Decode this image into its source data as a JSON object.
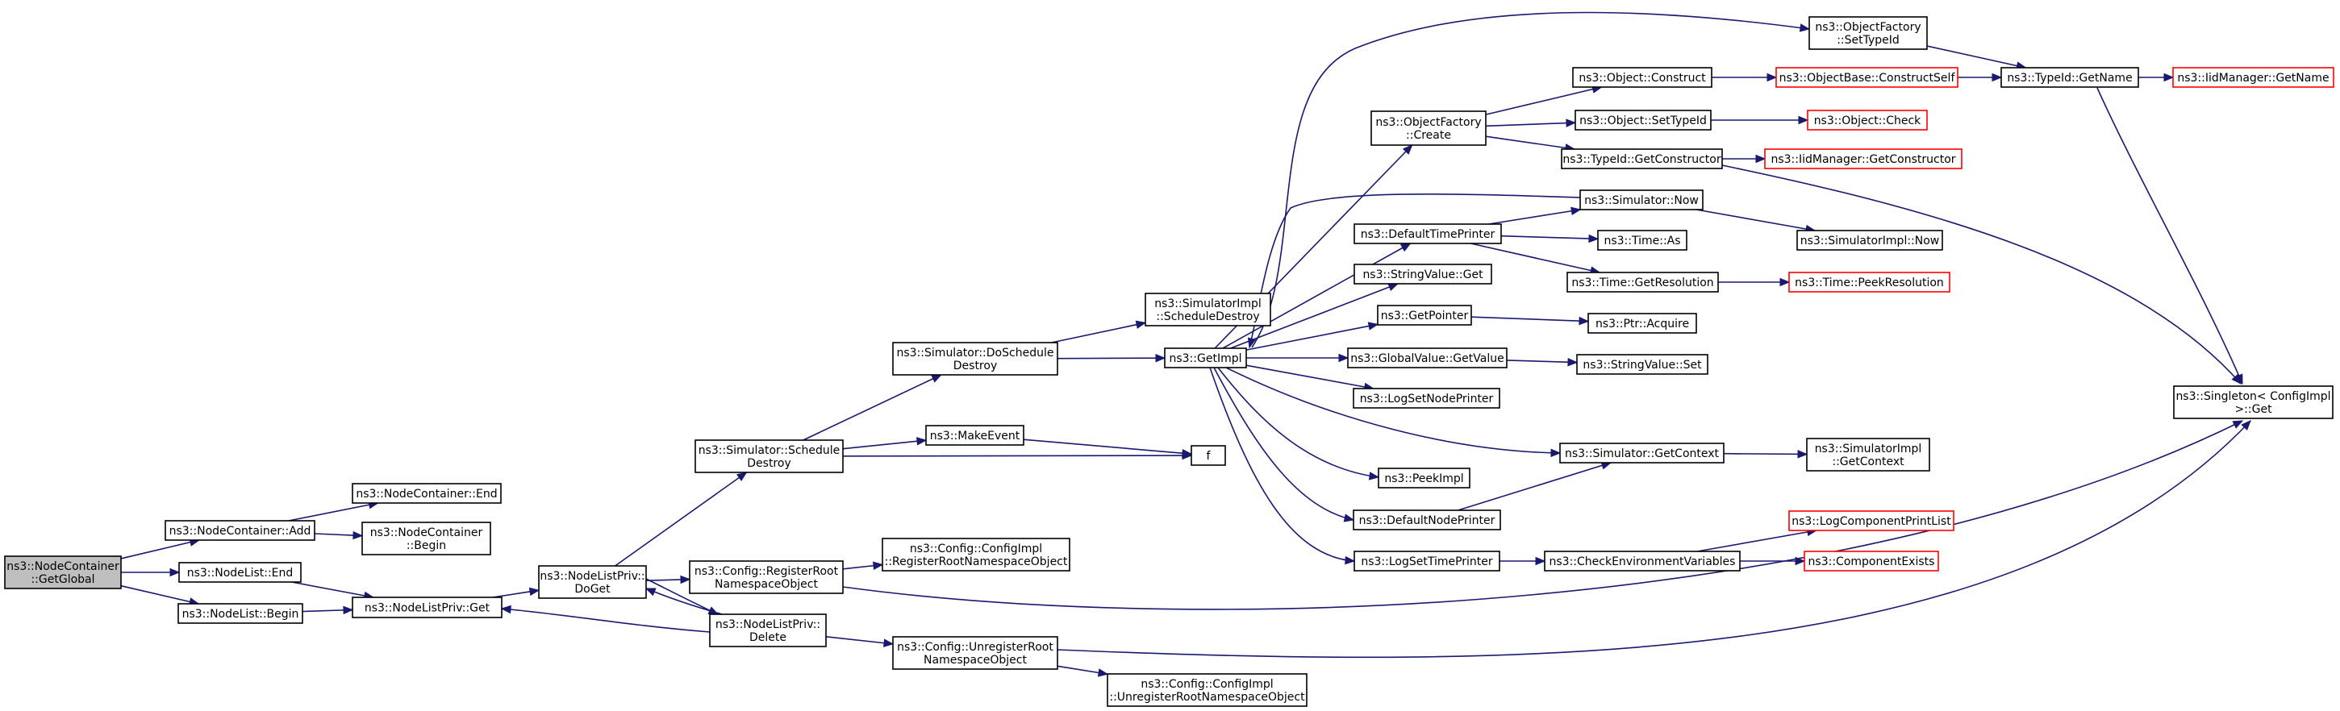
{
  "colors": {
    "edge": "#191970",
    "node_border": "#000000",
    "node_border_external": "#ff0000",
    "root_fill": "#bfbfbf"
  },
  "nodes": [
    {
      "id": "n_getglobal",
      "lines": [
        "ns3::NodeContainer",
        "::GetGlobal"
      ],
      "style": "root"
    },
    {
      "id": "n_nc_add",
      "lines": [
        "ns3::NodeContainer::Add"
      ],
      "style": "normal"
    },
    {
      "id": "n_nl_end",
      "lines": [
        "ns3::NodeList::End"
      ],
      "style": "normal"
    },
    {
      "id": "n_nl_begin",
      "lines": [
        "ns3::NodeList::Begin"
      ],
      "style": "normal"
    },
    {
      "id": "n_nc_end",
      "lines": [
        "ns3::NodeContainer::End"
      ],
      "style": "normal"
    },
    {
      "id": "n_nc_begin",
      "lines": [
        "ns3::NodeContainer",
        "::Begin"
      ],
      "style": "normal"
    },
    {
      "id": "n_nlp_get",
      "lines": [
        "ns3::NodeListPriv::Get"
      ],
      "style": "normal"
    },
    {
      "id": "n_nlp_doget",
      "lines": [
        "ns3::NodeListPriv::",
        "DoGet"
      ],
      "style": "normal"
    },
    {
      "id": "n_sim_sched_destroy",
      "lines": [
        "ns3::Simulator::Schedule",
        "Destroy"
      ],
      "style": "normal"
    },
    {
      "id": "n_cfg_register",
      "lines": [
        "ns3::Config::RegisterRoot",
        "NamespaceObject"
      ],
      "style": "normal"
    },
    {
      "id": "n_nlp_delete",
      "lines": [
        "ns3::NodeListPriv::",
        "Delete"
      ],
      "style": "normal"
    },
    {
      "id": "n_sim_doschedule",
      "lines": [
        "ns3::Simulator::DoSchedule",
        "Destroy"
      ],
      "style": "normal"
    },
    {
      "id": "n_makeevent",
      "lines": [
        "ns3::MakeEvent"
      ],
      "style": "normal"
    },
    {
      "id": "n_f",
      "lines": [
        "f"
      ],
      "style": "normal"
    },
    {
      "id": "n_cfgimpl_register",
      "lines": [
        "ns3::Config::ConfigImpl",
        "::RegisterRootNamespaceObject"
      ],
      "style": "normal"
    },
    {
      "id": "n_cfg_unregister",
      "lines": [
        "ns3::Config::UnregisterRoot",
        "NamespaceObject"
      ],
      "style": "normal"
    },
    {
      "id": "n_cfgimpl_unregister",
      "lines": [
        "ns3::Config::ConfigImpl",
        "::UnregisterRootNamespaceObject"
      ],
      "style": "normal"
    },
    {
      "id": "n_simimpl_scheddestroy",
      "lines": [
        "ns3::SimulatorImpl",
        "::ScheduleDestroy"
      ],
      "style": "normal"
    },
    {
      "id": "n_getimpl",
      "lines": [
        "ns3::GetImpl"
      ],
      "style": "normal"
    },
    {
      "id": "n_objfactory_create",
      "lines": [
        "ns3::ObjectFactory",
        "::Create"
      ],
      "style": "normal"
    },
    {
      "id": "n_defaulttimeprinter",
      "lines": [
        "ns3::DefaultTimePrinter"
      ],
      "style": "normal"
    },
    {
      "id": "n_stringvalue_get",
      "lines": [
        "ns3::StringValue::Get"
      ],
      "style": "normal"
    },
    {
      "id": "n_getpointer",
      "lines": [
        "ns3::GetPointer"
      ],
      "style": "normal"
    },
    {
      "id": "n_globalvalue_getvalue",
      "lines": [
        "ns3::GlobalValue::GetValue"
      ],
      "style": "normal"
    },
    {
      "id": "n_logsetnodeprinter",
      "lines": [
        "ns3::LogSetNodePrinter"
      ],
      "style": "normal"
    },
    {
      "id": "n_peekimpl",
      "lines": [
        "ns3::PeekImpl"
      ],
      "style": "normal"
    },
    {
      "id": "n_defaultnodeprinter",
      "lines": [
        "ns3::DefaultNodePrinter"
      ],
      "style": "normal"
    },
    {
      "id": "n_logsettimeprinter",
      "lines": [
        "ns3::LogSetTimePrinter"
      ],
      "style": "normal"
    },
    {
      "id": "n_objfactory_settypeid",
      "lines": [
        "ns3::ObjectFactory",
        "::SetTypeId"
      ],
      "style": "normal"
    },
    {
      "id": "n_object_construct",
      "lines": [
        "ns3::Object::Construct"
      ],
      "style": "normal"
    },
    {
      "id": "n_object_settypeid",
      "lines": [
        "ns3::Object::SetTypeId"
      ],
      "style": "normal"
    },
    {
      "id": "n_typeid_getconstructor",
      "lines": [
        "ns3::TypeId::GetConstructor"
      ],
      "style": "normal"
    },
    {
      "id": "n_sim_now",
      "lines": [
        "ns3::Simulator::Now"
      ],
      "style": "normal"
    },
    {
      "id": "n_time_as",
      "lines": [
        "ns3::Time::As"
      ],
      "style": "normal"
    },
    {
      "id": "n_time_getresolution",
      "lines": [
        "ns3::Time::GetResolution"
      ],
      "style": "normal"
    },
    {
      "id": "n_ptr_acquire",
      "lines": [
        "ns3::Ptr::Acquire"
      ],
      "style": "normal"
    },
    {
      "id": "n_stringvalue_set",
      "lines": [
        "ns3::StringValue::Set"
      ],
      "style": "normal"
    },
    {
      "id": "n_sim_getcontext",
      "lines": [
        "ns3::Simulator::GetContext"
      ],
      "style": "normal"
    },
    {
      "id": "n_checkenv",
      "lines": [
        "ns3::CheckEnvironmentVariables"
      ],
      "style": "normal"
    },
    {
      "id": "n_objectbase_constructself",
      "lines": [
        "ns3::ObjectBase::ConstructSelf"
      ],
      "style": "red"
    },
    {
      "id": "n_object_check",
      "lines": [
        "ns3::Object::Check"
      ],
      "style": "red"
    },
    {
      "id": "n_iidmanager_getconstructor",
      "lines": [
        "ns3::IidManager::GetConstructor"
      ],
      "style": "red"
    },
    {
      "id": "n_simimpl_now",
      "lines": [
        "ns3::SimulatorImpl::Now"
      ],
      "style": "normal"
    },
    {
      "id": "n_time_peekresolution",
      "lines": [
        "ns3::Time::PeekResolution"
      ],
      "style": "red"
    },
    {
      "id": "n_simimpl_getcontext",
      "lines": [
        "ns3::SimulatorImpl",
        "::GetContext"
      ],
      "style": "normal"
    },
    {
      "id": "n_logcomponentprintlist",
      "lines": [
        "ns3::LogComponentPrintList"
      ],
      "style": "red"
    },
    {
      "id": "n_componentexists",
      "lines": [
        "ns3::ComponentExists"
      ],
      "style": "red"
    },
    {
      "id": "n_typeid_getname",
      "lines": [
        "ns3::TypeId::GetName"
      ],
      "style": "normal"
    },
    {
      "id": "n_iidmanager_getname",
      "lines": [
        "ns3::IidManager::GetName"
      ],
      "style": "red"
    },
    {
      "id": "n_singleton_get",
      "lines": [
        "ns3::Singleton< ConfigImpl",
        ">::Get"
      ],
      "style": "normal"
    }
  ],
  "edges": [
    [
      "n_getglobal",
      "n_nc_add"
    ],
    [
      "n_getglobal",
      "n_nl_end"
    ],
    [
      "n_getglobal",
      "n_nl_begin"
    ],
    [
      "n_nc_add",
      "n_nc_end"
    ],
    [
      "n_nc_add",
      "n_nc_begin"
    ],
    [
      "n_nl_end",
      "n_nlp_get"
    ],
    [
      "n_nl_begin",
      "n_nlp_get"
    ],
    [
      "n_nlp_get",
      "n_nlp_doget"
    ],
    [
      "n_nlp_doget",
      "n_sim_sched_destroy"
    ],
    [
      "n_nlp_doget",
      "n_cfg_register"
    ],
    [
      "n_nlp_doget",
      "n_nlp_delete"
    ],
    [
      "n_nlp_delete",
      "n_nlp_doget"
    ],
    [
      "n_nlp_delete",
      "n_nlp_get"
    ],
    [
      "n_nlp_delete",
      "n_cfg_unregister"
    ],
    [
      "n_sim_sched_destroy",
      "n_sim_doschedule"
    ],
    [
      "n_sim_sched_destroy",
      "n_makeevent"
    ],
    [
      "n_sim_sched_destroy",
      "n_f"
    ],
    [
      "n_makeevent",
      "n_f"
    ],
    [
      "n_cfg_register",
      "n_cfgimpl_register"
    ],
    [
      "n_cfg_register",
      "n_singleton_get"
    ],
    [
      "n_cfg_unregister",
      "n_cfgimpl_unregister"
    ],
    [
      "n_cfg_unregister",
      "n_singleton_get"
    ],
    [
      "n_sim_doschedule",
      "n_simimpl_scheddestroy"
    ],
    [
      "n_sim_doschedule",
      "n_getimpl"
    ],
    [
      "n_getimpl",
      "n_objfactory_create"
    ],
    [
      "n_getimpl",
      "n_objfactory_settypeid"
    ],
    [
      "n_getimpl",
      "n_defaulttimeprinter"
    ],
    [
      "n_getimpl",
      "n_stringvalue_get"
    ],
    [
      "n_getimpl",
      "n_getpointer"
    ],
    [
      "n_getimpl",
      "n_globalvalue_getvalue"
    ],
    [
      "n_getimpl",
      "n_logsetnodeprinter"
    ],
    [
      "n_getimpl",
      "n_peekimpl"
    ],
    [
      "n_getimpl",
      "n_defaultnodeprinter"
    ],
    [
      "n_getimpl",
      "n_logsettimeprinter"
    ],
    [
      "n_getimpl",
      "n_sim_getcontext"
    ],
    [
      "n_sim_now",
      "n_getimpl"
    ],
    [
      "n_objfactory_create",
      "n_object_construct"
    ],
    [
      "n_objfactory_create",
      "n_object_settypeid"
    ],
    [
      "n_objfactory_create",
      "n_typeid_getconstructor"
    ],
    [
      "n_objfactory_settypeid",
      "n_typeid_getname"
    ],
    [
      "n_object_construct",
      "n_objectbase_constructself"
    ],
    [
      "n_objectbase_constructself",
      "n_typeid_getname"
    ],
    [
      "n_object_settypeid",
      "n_object_check"
    ],
    [
      "n_typeid_getconstructor",
      "n_iidmanager_getconstructor"
    ],
    [
      "n_typeid_getconstructor",
      "n_singleton_get"
    ],
    [
      "n_typeid_getname",
      "n_iidmanager_getname"
    ],
    [
      "n_typeid_getname",
      "n_singleton_get"
    ],
    [
      "n_defaulttimeprinter",
      "n_sim_now"
    ],
    [
      "n_defaulttimeprinter",
      "n_time_as"
    ],
    [
      "n_defaulttimeprinter",
      "n_time_getresolution"
    ],
    [
      "n_sim_now",
      "n_simimpl_now"
    ],
    [
      "n_time_getresolution",
      "n_time_peekresolution"
    ],
    [
      "n_getpointer",
      "n_ptr_acquire"
    ],
    [
      "n_globalvalue_getvalue",
      "n_stringvalue_set"
    ],
    [
      "n_defaultnodeprinter",
      "n_sim_getcontext"
    ],
    [
      "n_sim_getcontext",
      "n_simimpl_getcontext"
    ],
    [
      "n_logsettimeprinter",
      "n_checkenv"
    ],
    [
      "n_checkenv",
      "n_logcomponentprintlist"
    ],
    [
      "n_checkenv",
      "n_componentexists"
    ]
  ]
}
